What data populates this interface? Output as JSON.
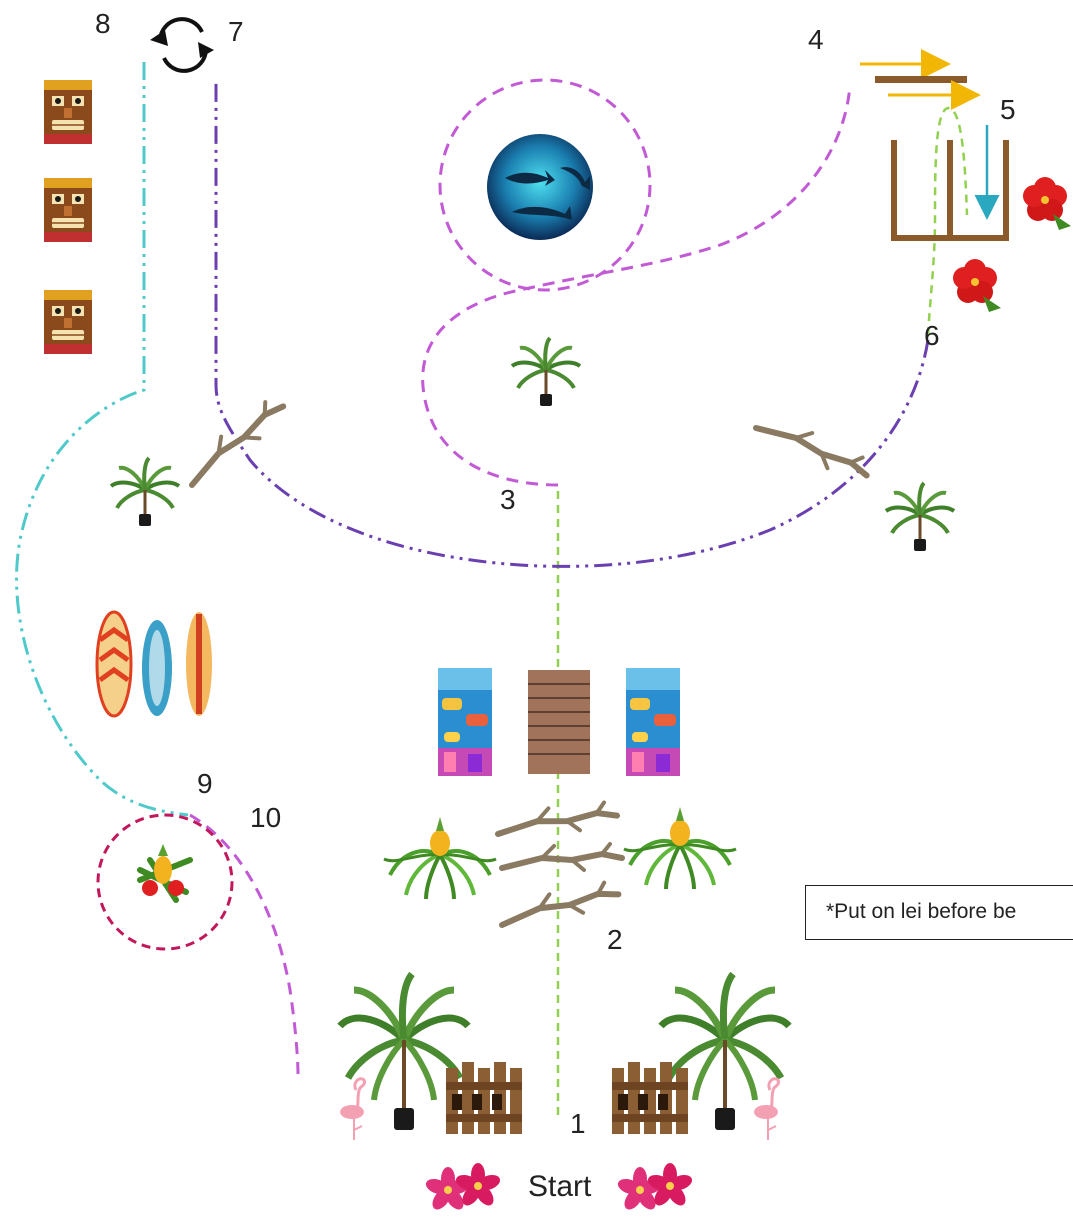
{
  "labels": {
    "n1": "1",
    "n2": "2",
    "n3": "3",
    "n4": "4",
    "n5": "5",
    "n6": "6",
    "n7": "7",
    "n8": "8",
    "n9": "9",
    "n10": "10"
  },
  "start_label": "Start",
  "note": "*Put on lei before be",
  "colors": {
    "green_path": "#92d050",
    "magenta_path": "#c15ad4",
    "purple_path": "#6a3fb0",
    "teal_path": "#4fc9c9",
    "pink_circle": "#c2185b",
    "arrow_yellow": "#f2b705",
    "arrow_teal": "#2aa8c0",
    "wood": "#8b5a2b"
  }
}
